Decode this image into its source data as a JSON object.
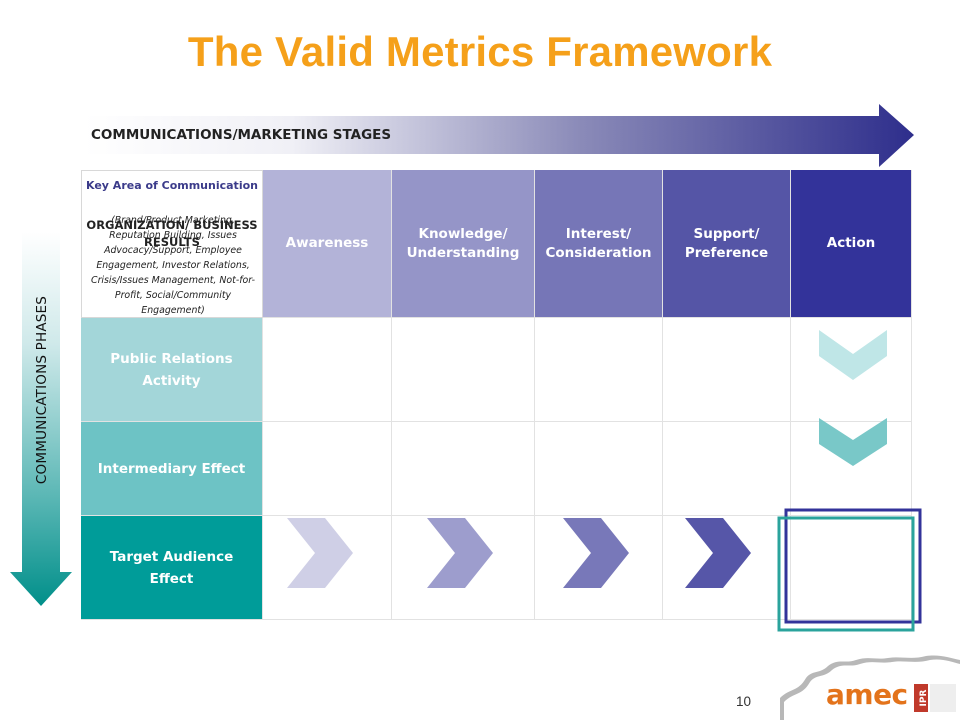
{
  "title": "The Valid Metrics Framework",
  "stages_arrow": {
    "label": "COMMUNICATIONS/MARKETING STAGES"
  },
  "phases_arrow": {
    "label": "COMMUNICATIONS PHASES"
  },
  "corner": {
    "line1": "Key Area of Communication",
    "line2": "ORGANIZATION/ BUSINESS RESULTS",
    "line3": "(Brand/Product Marketing, Reputation Building, Issues Advocacy/Support, Employee Engagement, Investor Relations, Crisis/Issues Management, Not-for-Profit, Social/Community Engagement)"
  },
  "stages": [
    {
      "label": "Awareness",
      "color": "#b3b3d8"
    },
    {
      "label": "Knowledge/ Understanding",
      "color": "#9595c8"
    },
    {
      "label": "Interest/ Consideration",
      "color": "#7676b7"
    },
    {
      "label": "Support/ Preference",
      "color": "#5555a6"
    },
    {
      "label": "Action",
      "color": "#33339a"
    }
  ],
  "phases": [
    {
      "label": "Public Relations Activity",
      "color": "#a3d6d9"
    },
    {
      "label": "Intermediary Effect",
      "color": "#6dc3c5"
    },
    {
      "label": "Target Audience Effect",
      "color": "#009c99"
    }
  ],
  "chevron_colors": {
    "right": [
      "#cfcfe6",
      "#9d9dcd",
      "#7878b9",
      "#5656a8"
    ],
    "down": [
      "#bfe6e7",
      "#79c8c8"
    ]
  },
  "result_box_colors": [
    "#33339a",
    "#2aa39c"
  ],
  "footer": {
    "page_number": "10",
    "logo_text": "amec",
    "badge_text": "IPR"
  }
}
